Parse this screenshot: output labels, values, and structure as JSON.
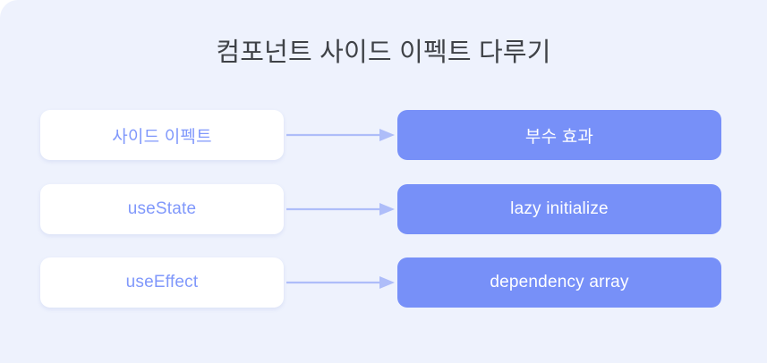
{
  "diagram": {
    "title": "컴포넌트 사이드 이펙트 다루기",
    "background_color": "#eef2fd",
    "title_color": "#3f4247",
    "source_box_color": "#ffffff",
    "source_text_color": "#8098fb",
    "target_box_color": "#7790f8",
    "target_text_color": "#ffffff",
    "arrow_color": "#aebdf9",
    "rows": [
      {
        "source": "사이드 이펙트",
        "target": "부수 효과",
        "arrow": "arrow-right-icon"
      },
      {
        "source": "useState",
        "target": "lazy initialize",
        "arrow": "arrow-right-icon"
      },
      {
        "source": "useEffect",
        "target": "dependency array",
        "arrow": "arrow-right-icon"
      }
    ]
  }
}
